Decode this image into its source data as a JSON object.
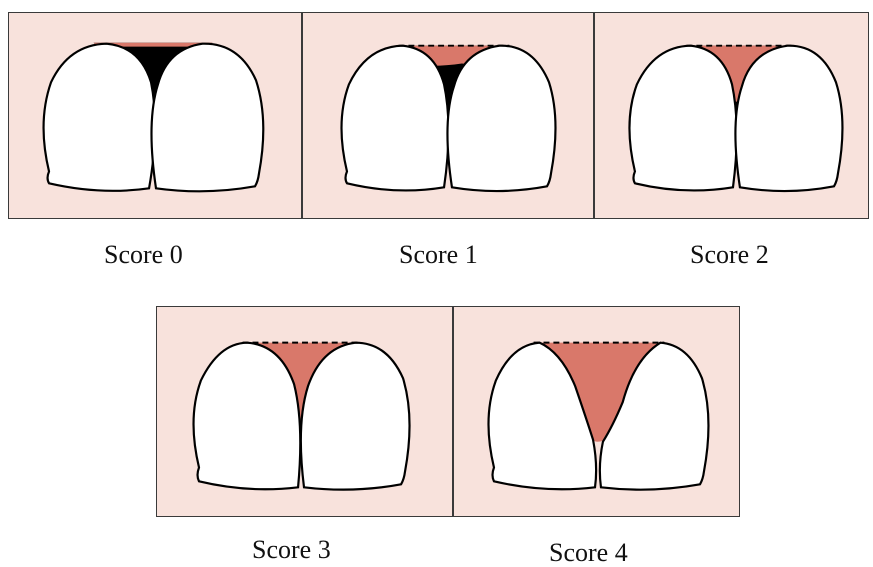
{
  "colors": {
    "panel_background": "#f8e2dc",
    "papilla": "#d9786a",
    "embrasure_space": "#000000",
    "tooth": "#ffffff",
    "outline": "#000000"
  },
  "panels": [
    {
      "caption": "Score 0",
      "papilla_fill_fraction": 0.0
    },
    {
      "caption": "Score 1",
      "papilla_fill_fraction": 0.25
    },
    {
      "caption": "Score 2",
      "papilla_fill_fraction": 0.6
    },
    {
      "caption": "Score 3",
      "papilla_fill_fraction": 1.0
    },
    {
      "caption": "Score 4",
      "papilla_fill_fraction": 1.0
    }
  ]
}
